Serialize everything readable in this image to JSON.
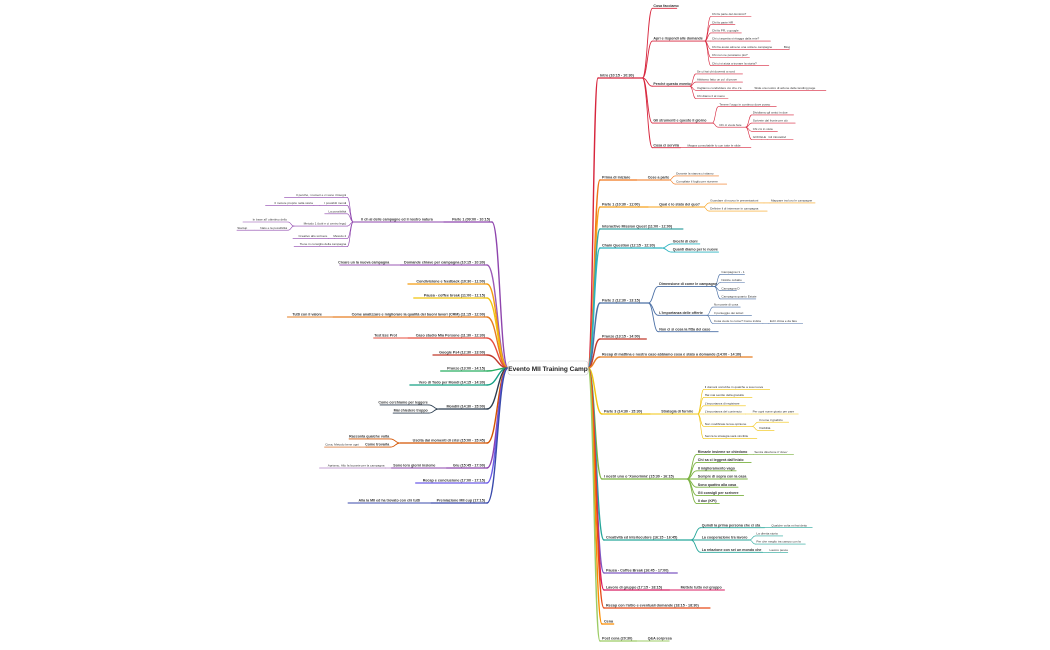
{
  "root": {
    "label": "Evento MII Training Camp"
  },
  "branches": {
    "right": [
      {
        "label": "Intro (10:15 - 10:30)",
        "color": "#d7263d",
        "children": [
          {
            "label": "Cosa facciamo",
            "children": []
          },
          {
            "label": "Apri e rispondi alle domande",
            "children": [
              {
                "label": "Chi fa parte del dominio?",
                "children": []
              },
              {
                "label": "Chi fa parte HR",
                "children": []
              },
              {
                "label": "Chi fa PR, o google",
                "children": []
              },
              {
                "label": "Chi ci aspetta si ritagga dalla rete?",
                "children": []
              },
              {
                "label": "Chi ha avuto almeno una volta le campagne",
                "children": [
                  {
                    "label": "Blog",
                    "children": []
                  }
                ]
              },
              {
                "label": "Chi non ne possiamo più?",
                "children": []
              },
              {
                "label": "Chi ci si aiuta a trovare la storia?",
                "children": []
              }
            ]
          },
          {
            "label": "Perché questo evento",
            "children": [
              {
                "label": "Se ci hai chi dovresti a nord",
                "children": []
              },
              {
                "label": "Abbiamo fatto un po' di prove",
                "children": []
              },
              {
                "label": "Vogliamo condividere cio che c'è",
                "children": [
                  {
                    "label": "Slide ora nostro di azione delle landing page",
                    "children": []
                  }
                ]
              },
              {
                "label": "Chi diamo il al meno",
                "children": []
              }
            ]
          },
          {
            "label": "Gli strumenti e questo il giorno",
            "children": [
              {
                "label": "Tenere l'uogo in continuo dove posso",
                "children": []
              },
              {
                "label": "Chi ci vuole fare",
                "children": [
                  {
                    "label": "Dividiamo gli amici in due",
                    "children": []
                  },
                  {
                    "label": "Scrivete dal fronte per ciò",
                    "children": []
                  },
                  {
                    "label": "Chi c'è in vista",
                    "children": []
                  },
                  {
                    "label": "GOOGLE",
                    "children": [
                      {
                        "label": "Gli introiettivi",
                        "children": []
                      }
                    ]
                  }
                ]
              }
            ]
          },
          {
            "label": "Cosa ci servirà",
            "children": [
              {
                "label": "Mappa consultabile lo con tutte le slide",
                "children": []
              }
            ]
          }
        ]
      },
      {
        "label": "Prima di iniziare",
        "color": "#f0761a",
        "children": [
          {
            "label": "Cose a parte",
            "children": [
              {
                "label": "Durante la stanza ci stiamo",
                "children": []
              },
              {
                "label": "Compilate il foglio per ricevere",
                "children": []
              }
            ]
          }
        ]
      },
      {
        "label": "Parte 1 (10:30 - 11:00)",
        "color": "#f7a11a",
        "children": [
          {
            "label": "Qual è lo stato del quo?",
            "children": [
              {
                "label": "Guardare di nuovo le presentazioni",
                "children": [
                  {
                    "label": "Mappare tra loro le campagne",
                    "children": []
                  }
                ]
              },
              {
                "label": "Definire il di interesse in campagna",
                "children": []
              }
            ]
          }
        ]
      },
      {
        "label": "Interactive Mission Quest (11:00 - 12:00)",
        "color": "#3aa3a3",
        "children": []
      },
      {
        "label": "Chain Question (12:15 - 12:30)",
        "color": "#2bb3c0",
        "children": [
          {
            "label": "Giochi di cloni",
            "children": []
          },
          {
            "label": "Quanti diamo per le nuove",
            "children": []
          }
        ]
      },
      {
        "label": "Parte 2 (12:30 - 13:15)",
        "color": "#4a6fa5",
        "children": [
          {
            "label": "Dimensione di come le campagne",
            "children": [
              {
                "label": "Campagna r1 - 1",
                "children": []
              },
              {
                "label": "Notizie cobalto",
                "children": []
              },
              {
                "label": "Campagna D",
                "children": []
              },
              {
                "label": "Campagna quanto Estate",
                "children": []
              }
            ]
          },
          {
            "label": "L'importanza delle offerte",
            "children": [
              {
                "label": "Non parte di cosa",
                "children": []
              },
              {
                "label": "Il punteggio dei lettori",
                "children": []
              },
              {
                "label": "Cosa vuole lo come? Come indica",
                "children": [
                  {
                    "label": "Ed il clima e da fare",
                    "children": []
                  }
                ]
              }
            ]
          },
          {
            "label": "Non ci si cosa la fitta del caso",
            "children": []
          }
        ]
      },
      {
        "label": "Pranzo (13:15 - 14:00)",
        "color": "#c0392b",
        "children": []
      },
      {
        "label": "Recap di mattina e nostro caso abbiamo cosa è stato a domande (14:00 - 14:30)",
        "color": "#e67e22",
        "children": []
      },
      {
        "label": "Parte 3 (14:30 - 15:30)",
        "color": "#f1c40f",
        "children": [
          {
            "label": "Strategia di fornire",
            "children": [
              {
                "label": "Il domani vorrebbe in qualche a sua nuova",
                "children": []
              },
              {
                "label": "Hai mai sentito della gratuità",
                "children": []
              },
              {
                "label": "L'importanza di registrare",
                "children": []
              },
              {
                "label": "L'importanza del contenuto",
                "children": [
                  {
                    "label": "Per ogni nome giusto per pare",
                    "children": []
                  }
                ]
              },
              {
                "label": "Non modificate la tua opinione",
                "children": [
                  {
                    "label": "Il nome il giudizio",
                    "children": []
                  },
                  {
                    "label": "Visibilità",
                    "children": []
                  }
                ]
              },
              {
                "label": "Senza la strategia sarà vincibile",
                "children": []
              }
            ]
          }
        ]
      },
      {
        "label": "I nostri uno o 'Xonorimia' (15:30 - 16:15)",
        "color": "#7cb342",
        "children": [
          {
            "label": "Rimarle insieme se chiedono",
            "children": [
              {
                "label": "Senza direzione il 'dove'",
                "children": []
              }
            ]
          },
          {
            "label": "Chi sa ci leggerà dall'inizio",
            "children": []
          },
          {
            "label": "Il miglioramento vago",
            "children": []
          },
          {
            "label": "Sempre di sopra con la casa",
            "children": []
          },
          {
            "label": "Sono quattro alla casa",
            "children": []
          },
          {
            "label": "Gli consigli per scrivere",
            "children": []
          },
          {
            "label": "Il due (KPI)",
            "children": []
          }
        ]
      },
      {
        "label": "Creatività ed interlocutore (16:15 - 16:45)",
        "color": "#26a69a",
        "children": [
          {
            "label": "Quindi la prima persona che ci sta",
            "children": [
              {
                "label": "Qualche volta mi hai detto",
                "children": []
              }
            ]
          },
          {
            "label": "La cooperazione tra lavoro",
            "children": [
              {
                "label": "La diretta storia",
                "children": []
              },
              {
                "label": "Per che meglio tra campo con la",
                "children": []
              }
            ]
          },
          {
            "label": "La relazione con sei un mondo che",
            "children": [
              {
                "label": "Lavoro pesce",
                "children": []
              }
            ]
          }
        ]
      },
      {
        "label": "Pausa - Coffee Break (16:45 - 17:00)",
        "color": "#7e57c2",
        "children": []
      },
      {
        "label": "Lavoro di gruppo (17:15 - 18:15)",
        "color": "#d81b60",
        "children": [
          {
            "label": "Mettete tutto nel gruppo",
            "children": []
          }
        ]
      },
      {
        "label": "Recap con l'altro e eventuali domande (18:15 - 18:30)",
        "color": "#e64a19",
        "children": []
      },
      {
        "label": "Cena",
        "color": "#fb8c00",
        "children": []
      },
      {
        "label": "Post cena (20:30)",
        "color": "#9ccc65",
        "children": [
          {
            "label": "Q&A sorpresa",
            "children": []
          }
        ]
      }
    ],
    "left": [
      {
        "label": "Parte 1 (09:00 - 10:15)",
        "color": "#8e44ad",
        "children": [
          {
            "label": "Il ch al delle campagne ed il nostro natura",
            "children": [
              {
                "label": "Il perché, i numeri e ci sono i bisogni",
                "children": []
              },
              {
                "label": "I possibili mondi",
                "children": [
                  {
                    "label": "Il motore proprio nella storia",
                    "children": []
                  }
                ]
              },
              {
                "label": "La possibilità",
                "children": []
              },
              {
                "label": "Metodo 1 (tutti e ci centro lego)",
                "children": [
                  {
                    "label": "In base all' obiettivo dello",
                    "children": []
                  },
                  {
                    "label": "Nato e la possibilità",
                    "children": [
                      {
                        "label": "Startup",
                        "children": []
                      }
                    ]
                  }
                ]
              },
              {
                "label": "Metodo 2",
                "children": [
                  {
                    "label": "Creativo allo scrivere",
                    "children": []
                  }
                ]
              },
              {
                "label": "Tiene in consiglio della campagna",
                "children": []
              }
            ]
          }
        ]
      },
      {
        "label": "Domande chiave per campagna (10:15 - 10:30)",
        "color": "#9b59b6",
        "children": [
          {
            "label": "Creare un la nuova campagna",
            "children": []
          }
        ]
      },
      {
        "label": "Condivisione e feedback (10:30 - 11:00)",
        "color": "#f39c12",
        "children": []
      },
      {
        "label": "Pausa - coffee break (11:00 - 11:15)",
        "color": "#f1c40f",
        "children": []
      },
      {
        "label": "Come analizzare e migliorare la qualità dei buoni lavori (CRM) (11:15 - 12:00)",
        "color": "#e67e22",
        "children": [
          {
            "label": "Tutti con il valore",
            "children": []
          }
        ]
      },
      {
        "label": "Caso studio Mia Persone (11:30 - 12:30)",
        "color": "#e74c3c",
        "children": [
          {
            "label": "Test Esc Prot",
            "children": []
          }
        ]
      },
      {
        "label": "Google Ps4 (12:30 - 13:00)",
        "color": "#c0392b",
        "children": []
      },
      {
        "label": "Pranzo (13:00 - 14:15)",
        "color": "#27ae60",
        "children": []
      },
      {
        "label": "Vero di Todo per Mondi (14:15 - 14:30)",
        "color": "#16a085",
        "children": []
      },
      {
        "label": "Mondili (14:30 - 15:00)",
        "color": "#2c3e50",
        "children": [
          {
            "label": "Come cerchiamo per leggere",
            "children": []
          },
          {
            "label": "Mai chiedere troppo",
            "children": []
          }
        ]
      },
      {
        "label": "Uscita dai momenti di crisi (15:00 - 15:45)",
        "color": "#d35400",
        "children": [
          {
            "label": "Racconta qualche volta",
            "children": []
          },
          {
            "label": "Come trovarla",
            "children": [
              {
                "label": "Cosa, Metodo bene ogni",
                "children": []
              }
            ]
          }
        ]
      },
      {
        "label": "Gru (15:45 - 17:00)",
        "color": "#8e44ad",
        "children": [
          {
            "label": "Sono loro giorni insieme",
            "children": [
              {
                "label": "Apriamo, Allo fa la parte per la campagna",
                "children": []
              }
            ]
          }
        ]
      },
      {
        "label": "Recap e conclusione (17:00 - 17:15)",
        "color": "#6c5ce7",
        "children": []
      },
      {
        "label": "Premiazione MII cup (17:15)",
        "color": "#3949ab",
        "children": [
          {
            "label": "Alla la MII ed ha trovato con chi tutti",
            "children": []
          }
        ]
      }
    ]
  }
}
